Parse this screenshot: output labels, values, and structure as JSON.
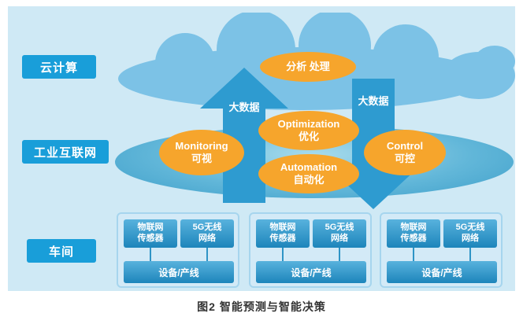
{
  "labels": {
    "cloud": "云计算",
    "industrial_internet": "工业互联网",
    "workshop": "车间"
  },
  "cloud_layer": {
    "analysis": "分析 处理"
  },
  "arrows": {
    "up": "大数据",
    "down": "大数据"
  },
  "platform": {
    "monitoring": {
      "en": "Monitoring",
      "zh": "可视"
    },
    "optimization": {
      "en": "Optimization",
      "zh": "优化"
    },
    "automation": {
      "en": "Automation",
      "zh": "自动化"
    },
    "control": {
      "en": "Control",
      "zh": "可控"
    }
  },
  "workshop": {
    "groups": [
      {
        "sensor_l1": "物联网",
        "sensor_l2": "传感器",
        "network_l1": "5G无线",
        "network_l2": "网络",
        "device": "设备/产线"
      },
      {
        "sensor_l1": "物联网",
        "sensor_l2": "传感器",
        "network_l1": "5G无线",
        "network_l2": "网络",
        "device": "设备/产线"
      },
      {
        "sensor_l1": "物联网",
        "sensor_l2": "传感器",
        "network_l1": "5G无线",
        "network_l2": "网络",
        "device": "设备/产线"
      }
    ]
  },
  "caption": "图2  智能预测与智能决策",
  "colors": {
    "label_blue": "#199ed9",
    "arrow_blue": "#2e9bd0",
    "orange": "#f6a52c",
    "panel_bg": "#cfe9f5",
    "cloud_blue": "#7cc2e6",
    "node_blue_top": "#58b2dd",
    "node_blue_bottom": "#1d85bb"
  }
}
